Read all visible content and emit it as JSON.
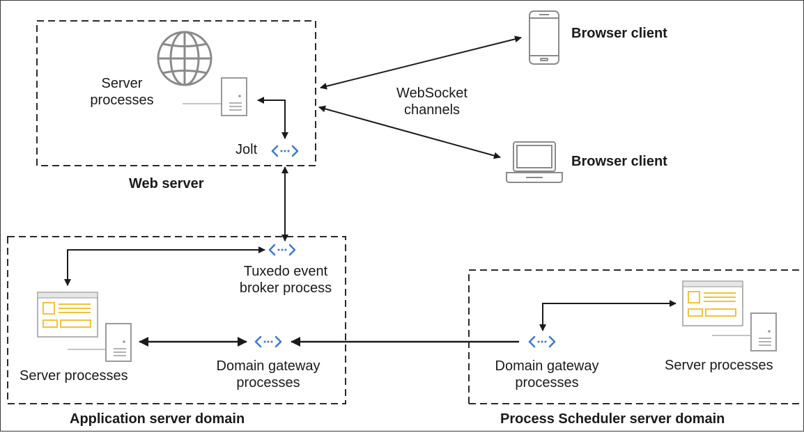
{
  "web_server": {
    "title": "Web server",
    "server_processes": [
      "Server",
      "processes"
    ],
    "jolt": "Jolt"
  },
  "clients": {
    "top": "Browser client",
    "bottom": "Browser client",
    "channels": [
      "WebSocket",
      "channels"
    ]
  },
  "app_domain": {
    "title": "Application server domain",
    "event_broker": [
      "Tuxedo event",
      "broker process"
    ],
    "server_processes": "Server processes",
    "gateway": [
      "Domain gateway",
      "processes"
    ]
  },
  "scheduler_domain": {
    "title": "Process Scheduler server domain",
    "gateway": [
      "Domain gateway",
      "processes"
    ],
    "server_processes": "Server processes"
  },
  "icons": [
    "globe-icon",
    "server-tower-icon",
    "connector-icon",
    "smartphone-icon",
    "laptop-icon",
    "app-window-icon"
  ],
  "colors": {
    "connector": "#3b78c9",
    "window_accent": "#f2c23a",
    "line": "#1a1a1a",
    "icon_gray": "#9a9a9a"
  }
}
